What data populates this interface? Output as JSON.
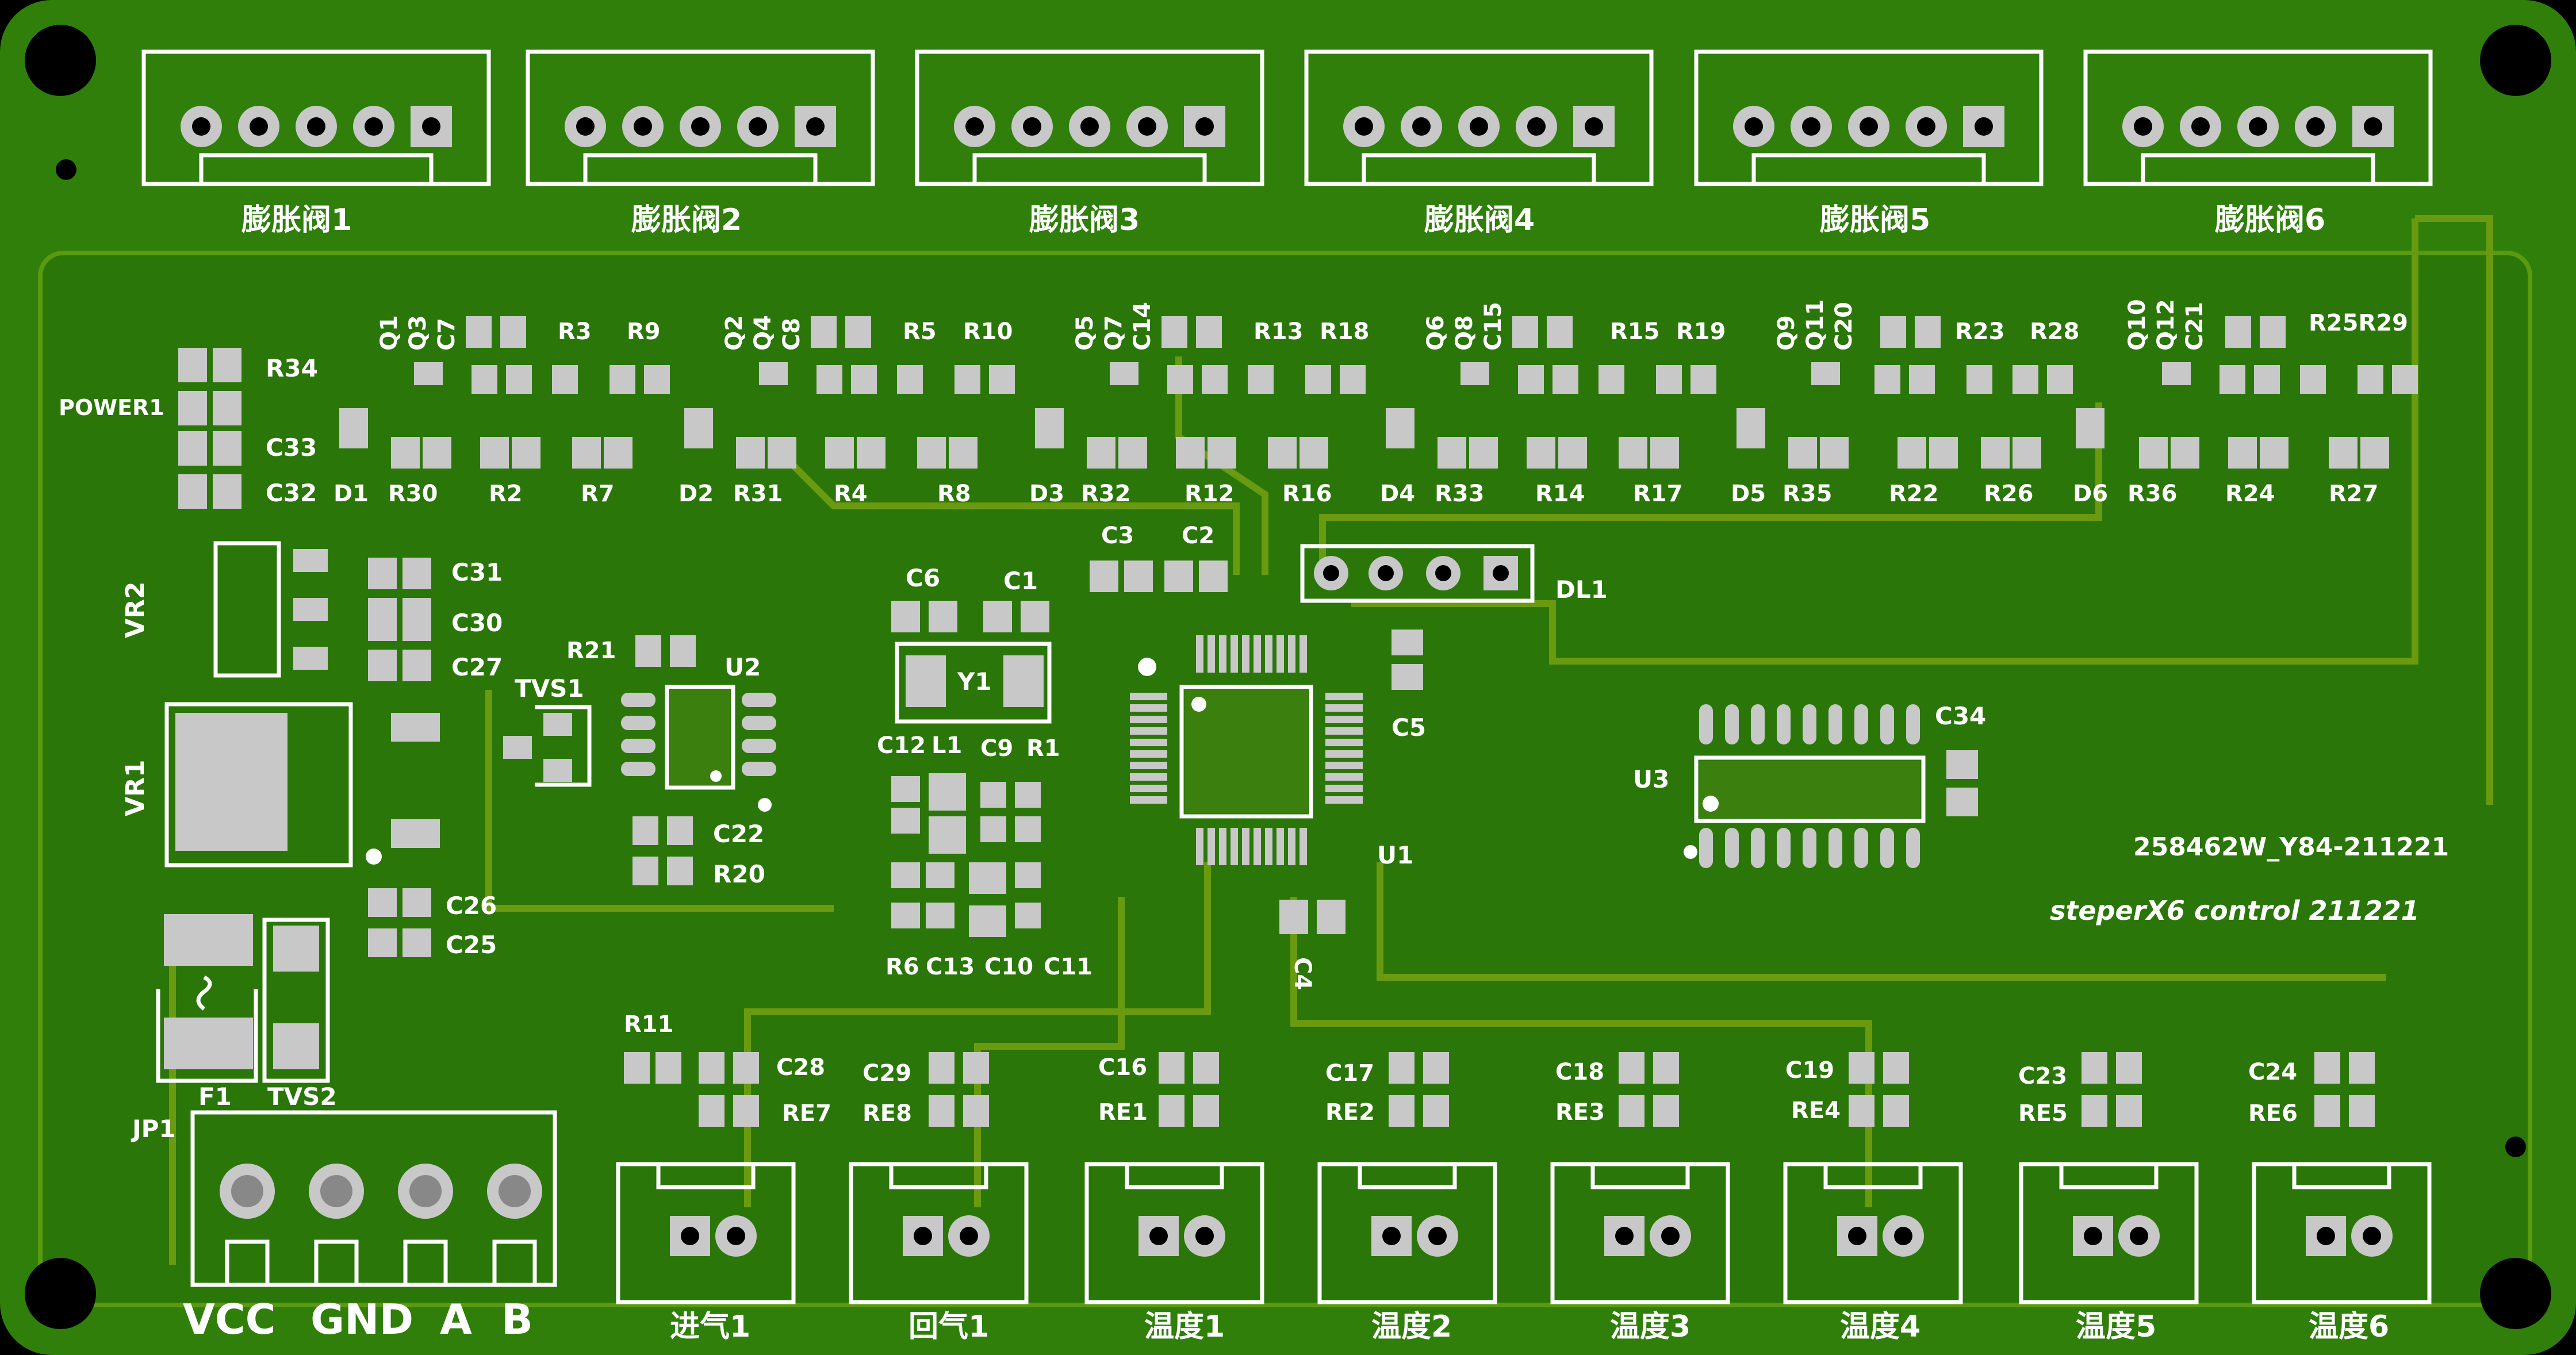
{
  "colors": {
    "board": "#2f7f0a",
    "board_dark": "#1f5f06",
    "trace": "#6a9a10",
    "silkscreen": "#ffffff",
    "pad": "#c8c8c8",
    "background": "#000000"
  },
  "valve_connectors": [
    "膨胀阀1",
    "膨胀阀2",
    "膨胀阀3",
    "膨胀阀4",
    "膨胀阀5",
    "膨胀阀6"
  ],
  "sensor_connectors": [
    "进气1",
    "回气1",
    "温度1",
    "温度2",
    "温度3",
    "温度4",
    "温度5",
    "温度6"
  ],
  "power_terminal": {
    "ref": "JP1",
    "labels": [
      "VCC",
      "GND",
      "A",
      "B"
    ]
  },
  "driver_groups": [
    {
      "q": [
        "Q1",
        "Q3",
        "C7"
      ],
      "r": [
        "R3",
        "R9"
      ],
      "bottom": [
        "D1",
        "R30",
        "R2",
        "R7"
      ]
    },
    {
      "q": [
        "Q2",
        "Q4",
        "C8"
      ],
      "r": [
        "R5",
        "R10"
      ],
      "bottom": [
        "D2",
        "R31",
        "R4",
        "R8"
      ]
    },
    {
      "q": [
        "Q5",
        "Q7",
        "C14"
      ],
      "r": [
        "R13",
        "R18"
      ],
      "bottom": [
        "D3",
        "R32",
        "R12",
        "R16"
      ]
    },
    {
      "q": [
        "Q6",
        "Q8",
        "C15"
      ],
      "r": [
        "R15",
        "R19"
      ],
      "bottom": [
        "D4",
        "R33",
        "R14",
        "R17"
      ]
    },
    {
      "q": [
        "Q9",
        "Q11",
        "C20"
      ],
      "r": [
        "R23",
        "R28"
      ],
      "bottom": [
        "D5",
        "R35",
        "R22",
        "R26"
      ]
    },
    {
      "q": [
        "Q10",
        "Q12",
        "C21"
      ],
      "r": [
        "R25R29"
      ],
      "bottom": [
        "D6",
        "R36",
        "R24",
        "R27"
      ]
    }
  ],
  "sensor_parts": [
    {
      "top": "R11",
      "c": "C28",
      "re": "RE7"
    },
    {
      "top": "",
      "c": "C29",
      "re": "RE8"
    },
    {
      "top": "",
      "c": "C16",
      "re": "RE1"
    },
    {
      "top": "",
      "c": "C17",
      "re": "RE2"
    },
    {
      "top": "",
      "c": "C18",
      "re": "RE3"
    },
    {
      "top": "",
      "c": "C19",
      "re": "RE4"
    },
    {
      "top": "",
      "c": "C23",
      "re": "RE5"
    },
    {
      "top": "",
      "c": "C24",
      "re": "RE6"
    }
  ],
  "refs": {
    "r34": "R34",
    "power1": "POWER1",
    "c33": "C33",
    "c32": "C32",
    "vr2": "VR2",
    "vr1": "VR1",
    "c31": "C31",
    "c30": "C30",
    "c27": "C27",
    "r21": "R21",
    "tvs1": "TVS1",
    "u2": "U2",
    "c22": "C22",
    "r20": "R20",
    "c26": "C26",
    "c25": "C25",
    "f1": "F1",
    "tvs2": "TVS2",
    "c6": "C6",
    "c1": "C1",
    "y1": "Y1",
    "c12": "C12",
    "l1": "L1",
    "c9": "C9",
    "r1": "R1",
    "r6": "R6",
    "c13": "C13",
    "c10": "C10",
    "c11": "C11",
    "c3": "C3",
    "c2": "C2",
    "dl1": "DL1",
    "c5": "C5",
    "u1": "U1",
    "c4": "C4",
    "c34": "C34",
    "u3": "U3"
  },
  "board_text": {
    "part_number": "258462W_Y84-211221",
    "project": "steperX6 control 211221"
  }
}
